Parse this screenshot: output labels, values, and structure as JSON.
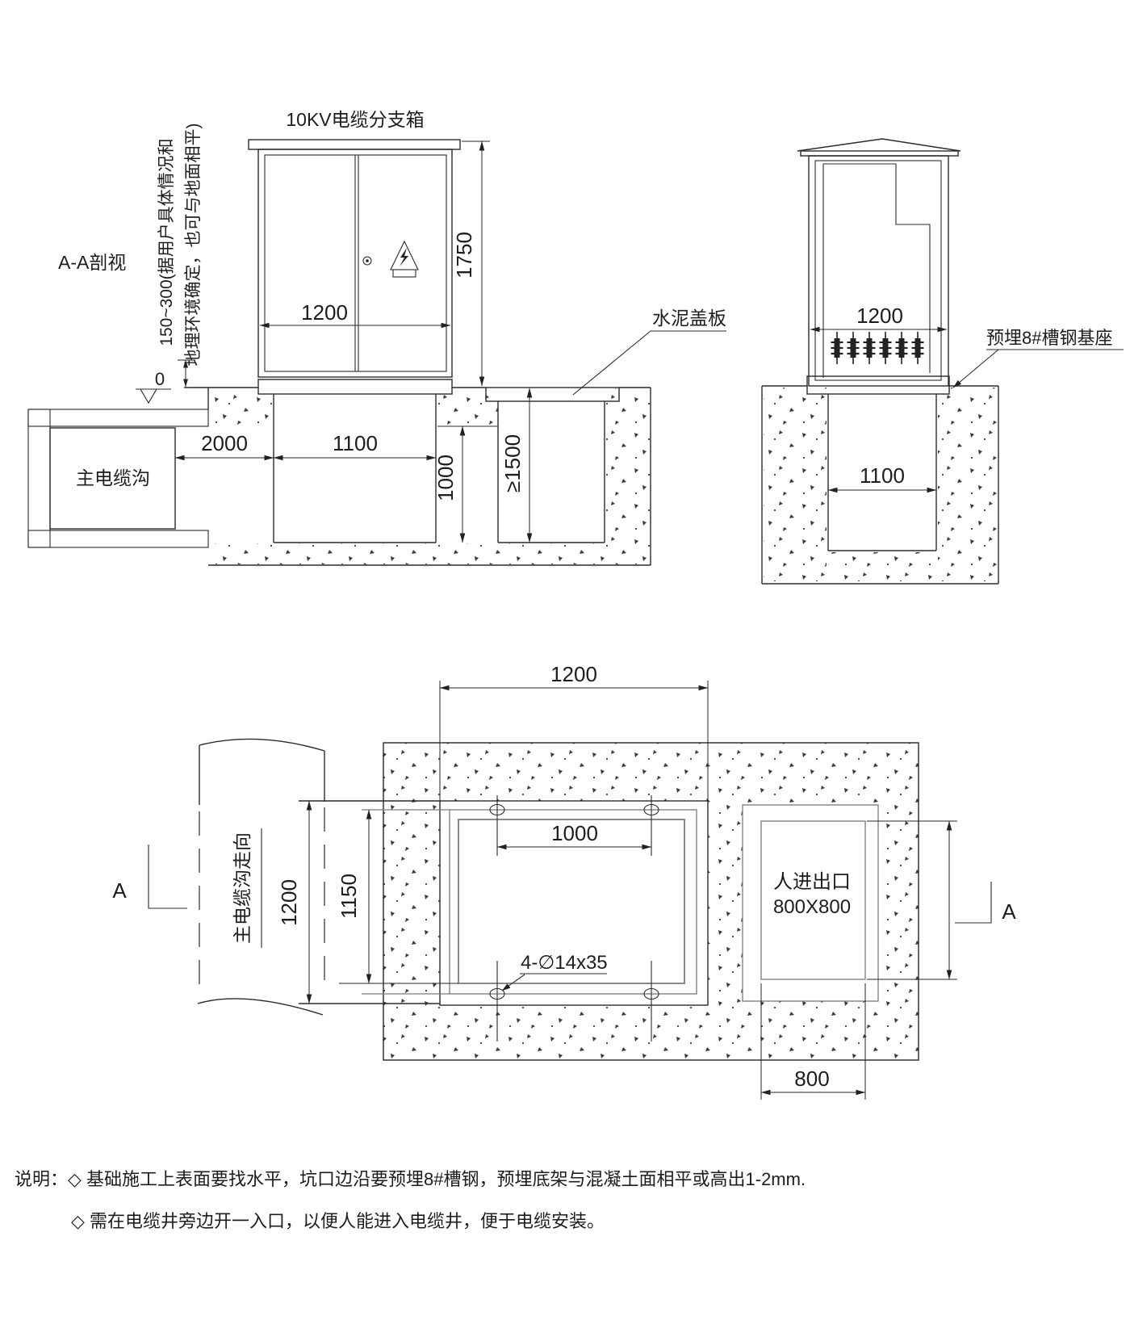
{
  "drawing": {
    "section_view": {
      "view_label": "A-A剖视",
      "cabinet_title": "10KV电缆分支箱",
      "height_note_col1": "150~300(据用户具体情况和",
      "height_note_col2": "地理环境确定，也可与地面相平)",
      "datum_level": "0",
      "dim_cabinet_width": "1200",
      "dim_cabinet_height": "1750",
      "main_trench_label": "主电缆沟",
      "dim_trench_offset": "2000",
      "dim_pit_width": "1100",
      "dim_inner_depth": "1000",
      "dim_well_depth": "≥1500",
      "cover_plate_label": "水泥盖板"
    },
    "side_view": {
      "dim_cabinet_width": "1200",
      "dim_pit_width": "1100",
      "base_frame_label": "预埋8#槽钢基座"
    },
    "plan_view": {
      "dim_frame_width": "1200",
      "dim_frame_height": "1200",
      "dim_opening_height": "1150",
      "dim_bolt_spacing": "1000",
      "bolt_spec_label": "4-∅14x35",
      "trench_direction_label": "主电缆沟走向",
      "manhole_label_line1": "人进出口",
      "manhole_label_line2": "800X800",
      "dim_manhole_width": "800",
      "section_marker": "A"
    },
    "notes": {
      "line1": "说明：◇ 基础施工上表面要找水平，坑口边沿要预埋8#槽钢，预埋底架与混凝土面相平或高出1-2mm.",
      "line2": "◇ 需在电缆井旁边开一入口，以便人能进入电缆井，便于电缆安装。"
    }
  }
}
